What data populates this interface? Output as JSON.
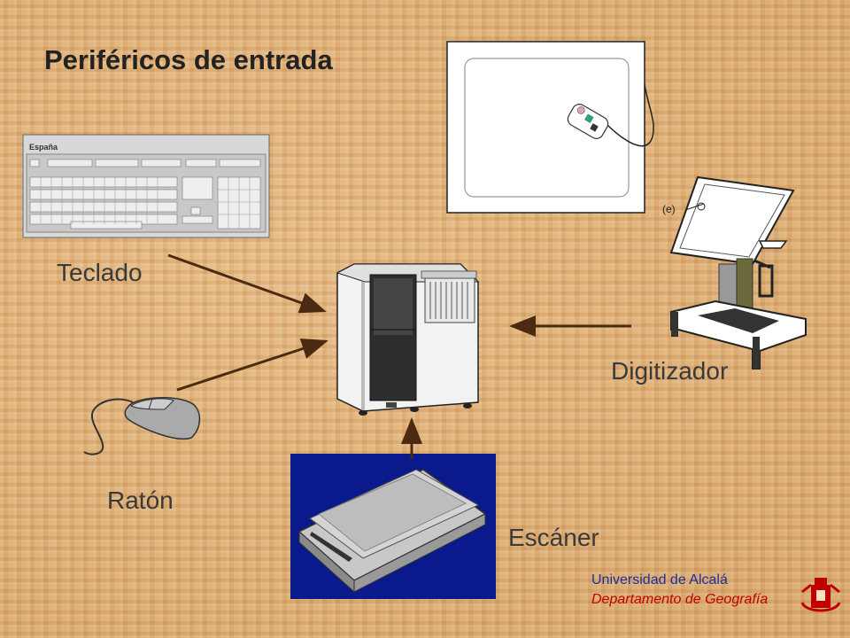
{
  "slide": {
    "title": "Periféricos de entrada",
    "labels": {
      "keyboard": "Teclado",
      "mouse": "Ratón",
      "digitizer": "Digitizador",
      "scanner": "Escáner"
    },
    "keyboard_brand": "España",
    "tablet_marker": "(e)",
    "footer": {
      "university": "Universidad de Alcalá",
      "department": "Departamento de Geografía"
    }
  },
  "colors": {
    "arrow": "#4a2a10",
    "scanner_bg": "#0a1a8c",
    "university_text": "#1a2fa0",
    "department_text": "#c00000"
  }
}
